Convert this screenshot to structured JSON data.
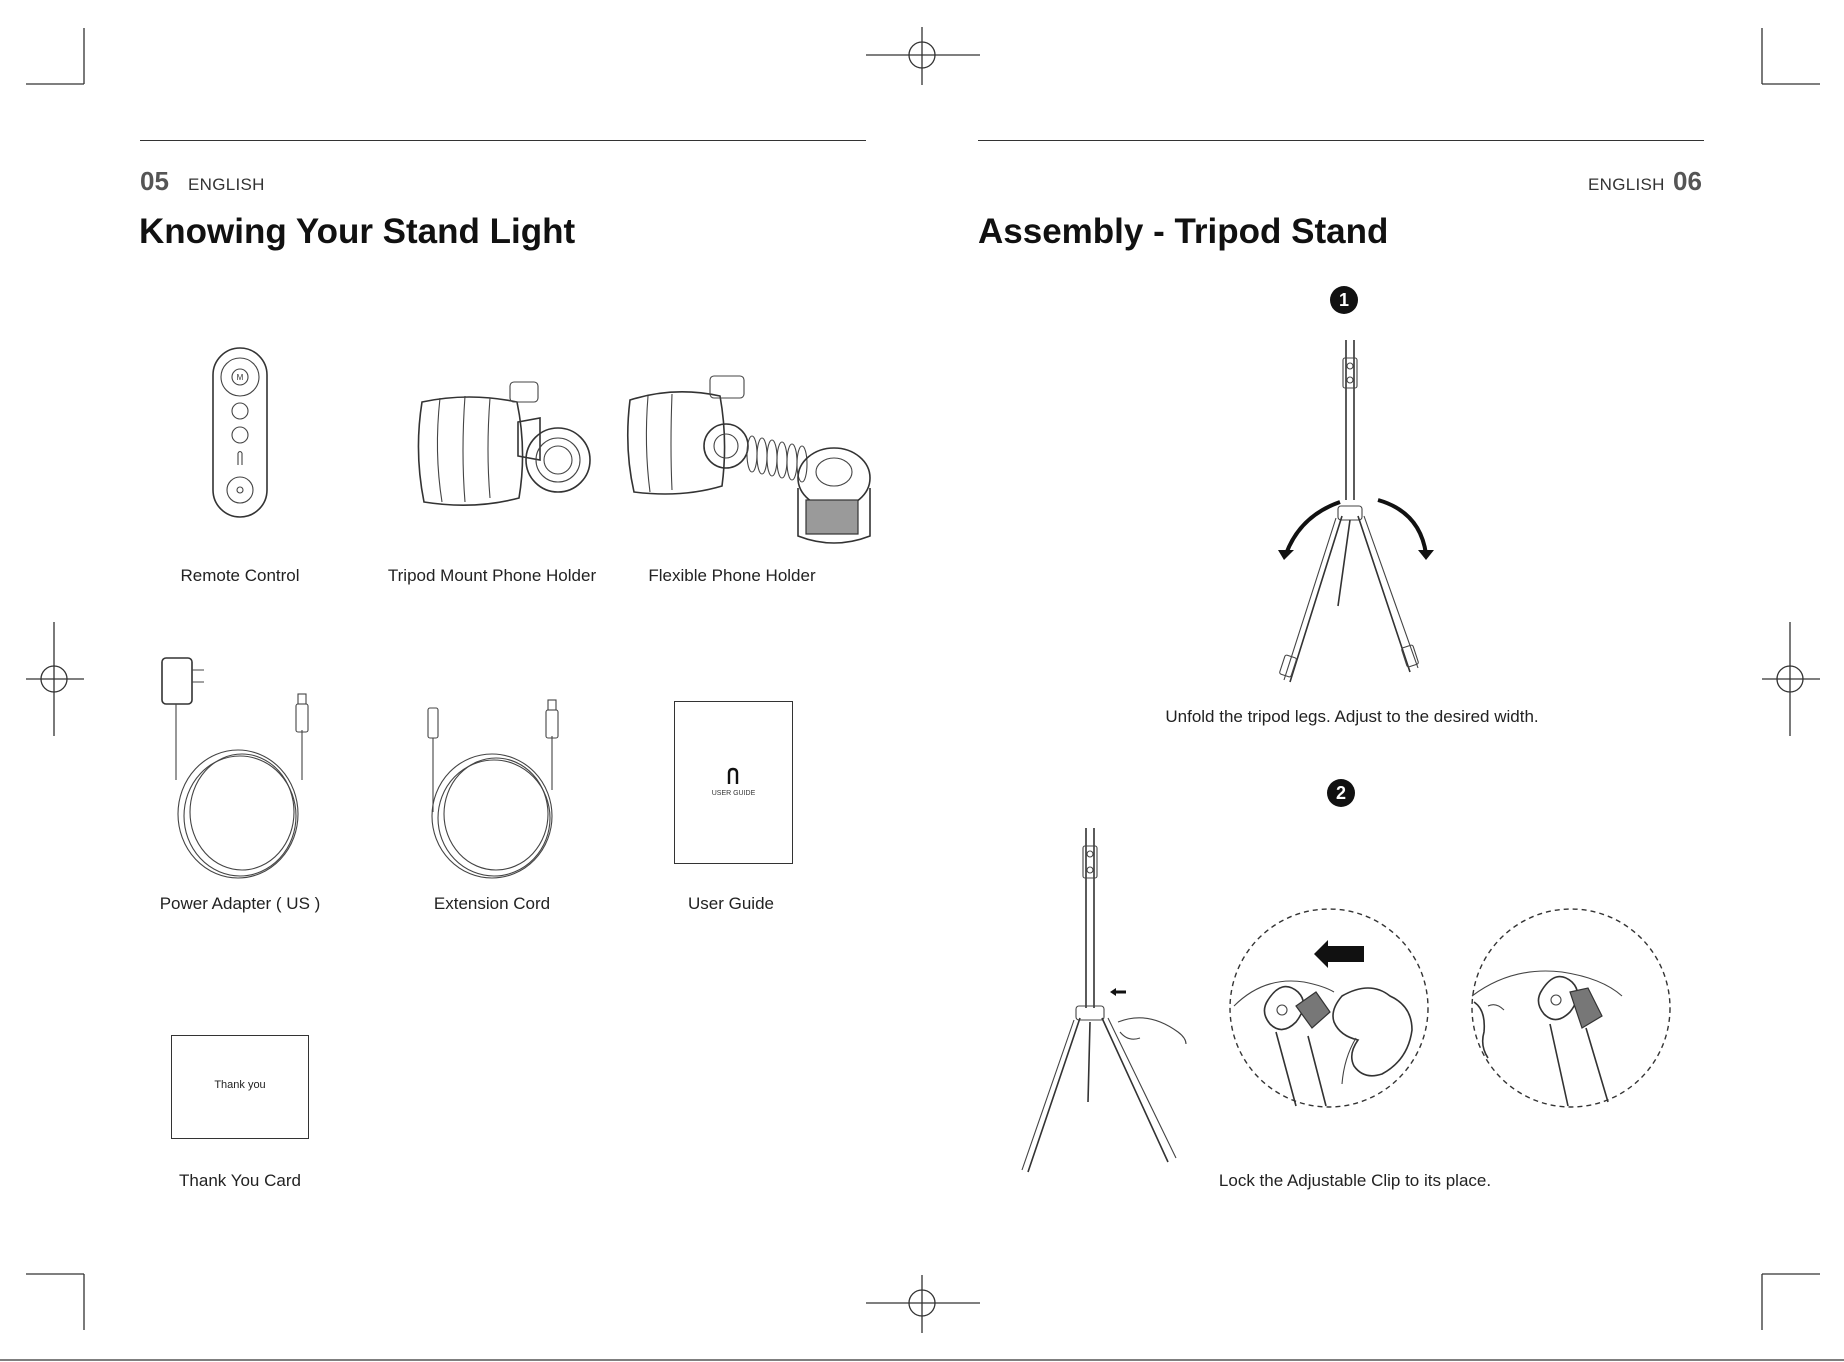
{
  "left_page": {
    "page_number": "05",
    "language": "ENGLISH",
    "title": "Knowing Your Stand Light",
    "items": [
      {
        "label": "Remote Control"
      },
      {
        "label": "Tripod Mount Phone Holder"
      },
      {
        "label": "Flexible Phone Holder"
      },
      {
        "label": "Power Adapter ( US )"
      },
      {
        "label": "Extension Cord"
      },
      {
        "label": "User Guide"
      },
      {
        "label": "Thank You Card"
      }
    ],
    "user_guide_cover_text": "USER GUIDE",
    "thank_you_card_text": "Thank you",
    "remote_button_text": "M"
  },
  "right_page": {
    "page_number": "06",
    "language": "ENGLISH",
    "title": "Assembly - Tripod Stand",
    "steps": [
      {
        "number": "1",
        "caption": "Unfold the tripod legs. Adjust to the desired width."
      },
      {
        "number": "2",
        "caption": "Lock the Adjustable Clip to its place."
      }
    ]
  },
  "colors": {
    "ink": "#1a1a1a",
    "rule": "#333333",
    "page_number": "#555555"
  }
}
